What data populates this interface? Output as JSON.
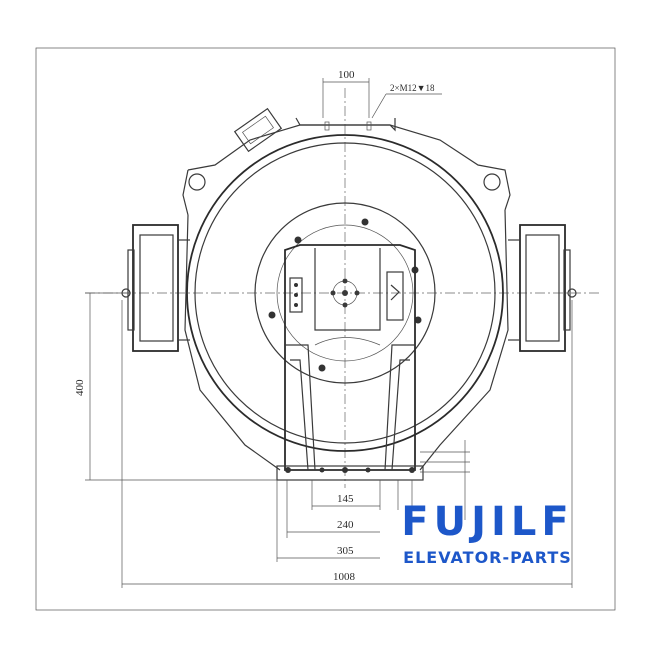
{
  "dimensions": {
    "top_spacing": "100",
    "bolt_note": "2×M12▼18",
    "height": "400",
    "base_inner": "145",
    "base_mid": "240",
    "base_outer": "305",
    "overall_width": "1008"
  },
  "brand": {
    "name": "FUJILF",
    "subtitle": "ELEVATOR-PARTS",
    "color": "#1d57c9"
  }
}
